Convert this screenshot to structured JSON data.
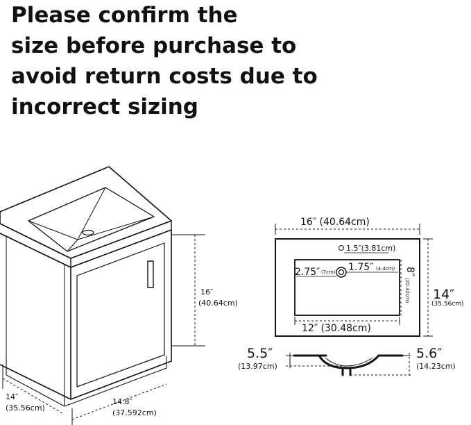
{
  "heading": {
    "line1": "Please confirm the",
    "line2": "size before purchase to",
    "line3": "avoid return costs due to",
    "line4": "incorrect sizing"
  },
  "cabinet": {
    "height_in": "16″",
    "height_cm": "(40.64cm)",
    "depth_in": "14″",
    "depth_cm": "(35.56cm)",
    "width_in": "14.8″",
    "width_cm": "(37.592cm)"
  },
  "top_view": {
    "overall_width": "16″ (40.64cm)",
    "faucet_hole": "1.5″(3.81cm)",
    "basin_offset_in": "2.75″",
    "basin_offset_cm": "(7cm)",
    "drain_in": "1.75″",
    "drain_cm": "(4.4cm)",
    "basin_depth_in": "8″",
    "basin_depth_cm": "(20.32cm)",
    "overall_depth_in": "14″",
    "overall_depth_cm": "(35.56cm)",
    "basin_width": "12″ (30.48cm)"
  },
  "side_view": {
    "left_in": "5.5″",
    "left_cm": "(13.97cm)",
    "right_in": "5.6″",
    "right_cm": "(14.23cm)"
  }
}
